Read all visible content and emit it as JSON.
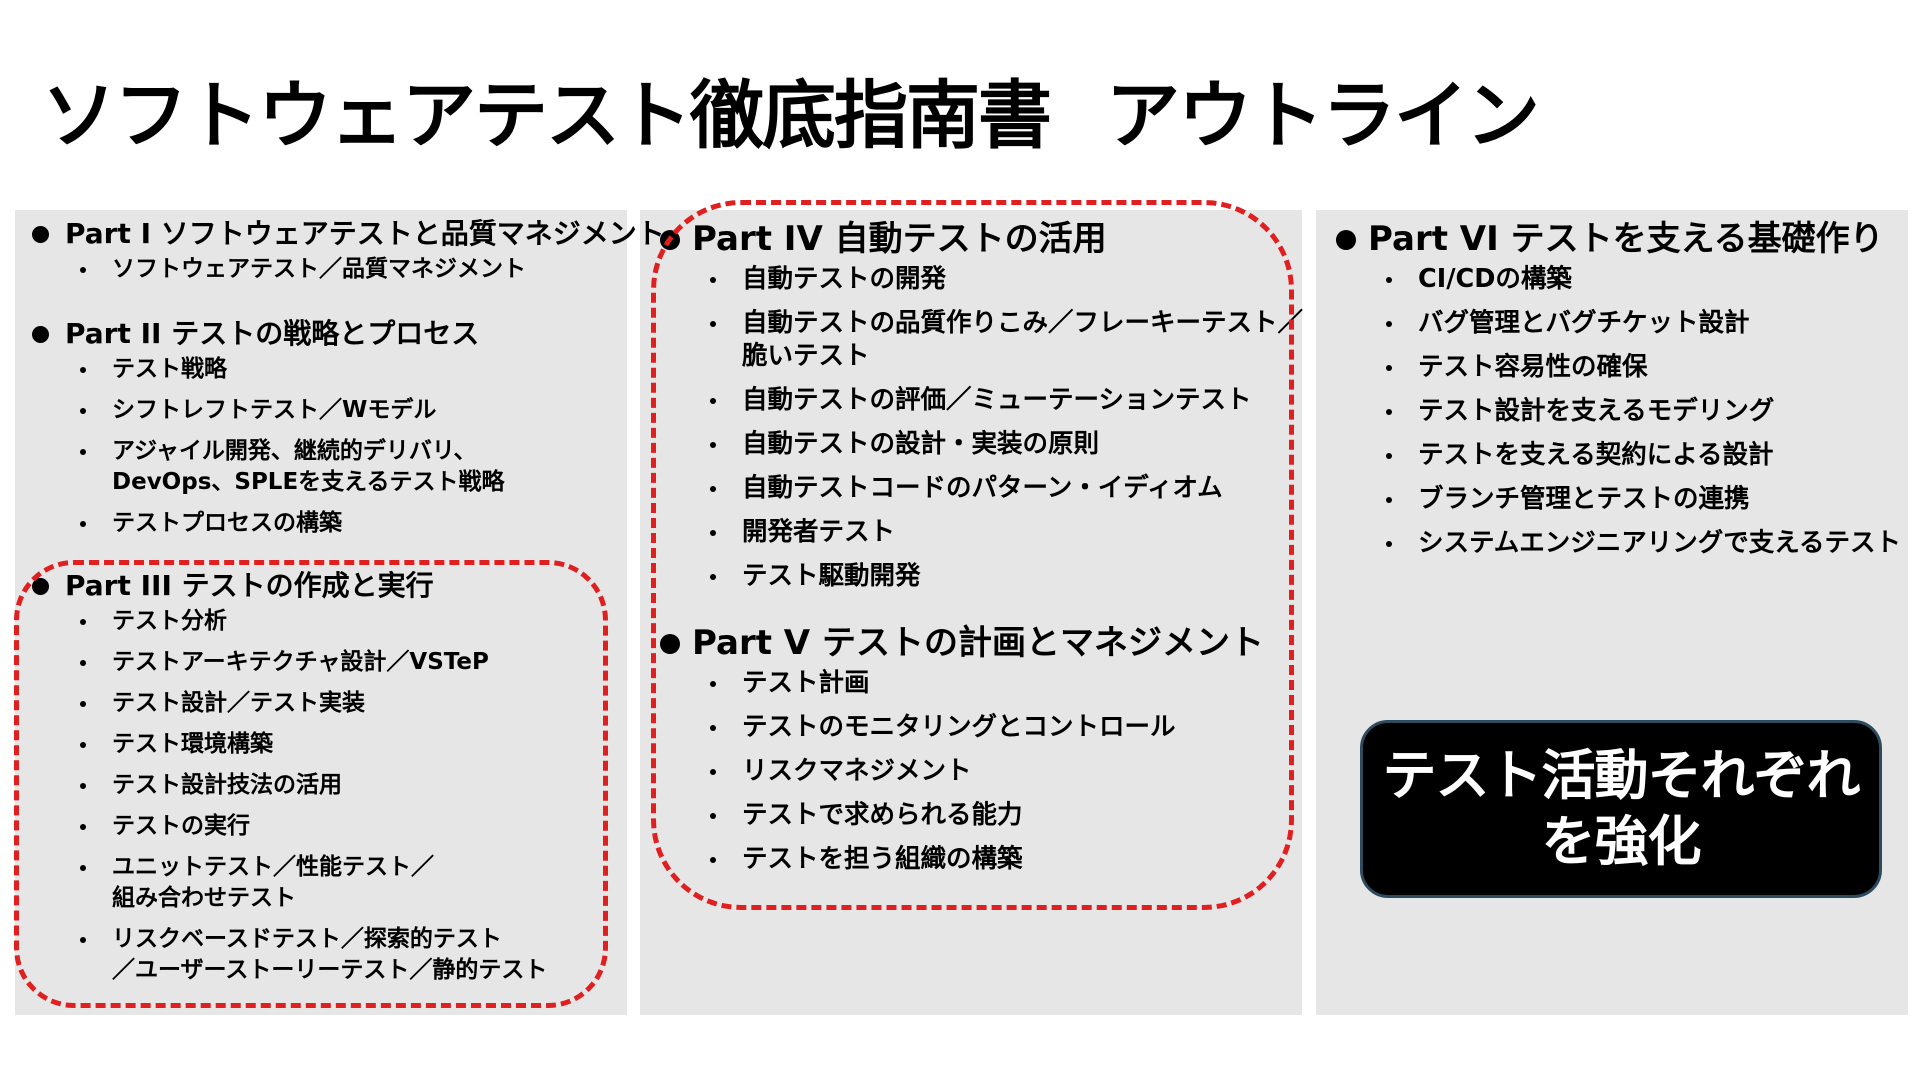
{
  "title": {
    "main": "ソフトウェアテスト徹底指南書",
    "sub": "アウトライン"
  },
  "parts": [
    {
      "heading": "Part I ソフトウェアテストと品質マネジメント",
      "items": [
        "ソフトウェアテスト／品質マネジメント"
      ]
    },
    {
      "heading": "Part II テストの戦略とプロセス",
      "items": [
        "テスト戦略",
        "シフトレフトテスト／Wモデル",
        "アジャイル開発、継続的デリバリ、\nDevOps、SPLEを支えるテスト戦略",
        "テストプロセスの構築"
      ]
    },
    {
      "heading": "Part III テストの作成と実行",
      "items": [
        "テスト分析",
        "テストアーキテクチャ設計／VSTeP",
        "テスト設計／テスト実装",
        "テスト環境構築",
        "テスト設計技法の活用",
        "テストの実行",
        "ユニットテスト／性能テスト／\n組み合わせテスト",
        "リスクベースドテスト／探索的テスト\n／ユーザーストーリーテスト／静的テスト"
      ]
    },
    {
      "heading": "Part IV 自動テストの活用",
      "items": [
        "自動テストの開発",
        "自動テストの品質作りこみ／フレーキーテスト／\n脆いテスト",
        "自動テストの評価／ミューテーションテスト",
        "自動テストの設計・実装の原則",
        "自動テストコードのパターン・イディオム",
        "開発者テスト",
        "テスト駆動開発"
      ]
    },
    {
      "heading": "Part V テストの計画とマネジメント",
      "items": [
        "テスト計画",
        "テストのモニタリングとコントロール",
        "リスクマネジメント",
        "テストで求められる能力",
        "テストを担う組織の構築"
      ]
    },
    {
      "heading": "Part VI テストを支える基礎作り",
      "items": [
        "CI/CDの構築",
        "バグ管理とバグチケット設計",
        "テスト容易性の確保",
        "テスト設計を支えるモデリング",
        "テストを支える契約による設計",
        "ブランチ管理とテストの連携",
        "システムエンジニアリングで支えるテスト"
      ]
    }
  ],
  "callout": {
    "text": "テスト活動それぞれ\nを強化"
  },
  "colors": {
    "column_bg": "#e7e6e6",
    "highlight_dash": "#e02020",
    "callout_bg": "#000000",
    "callout_text": "#ffffff"
  }
}
